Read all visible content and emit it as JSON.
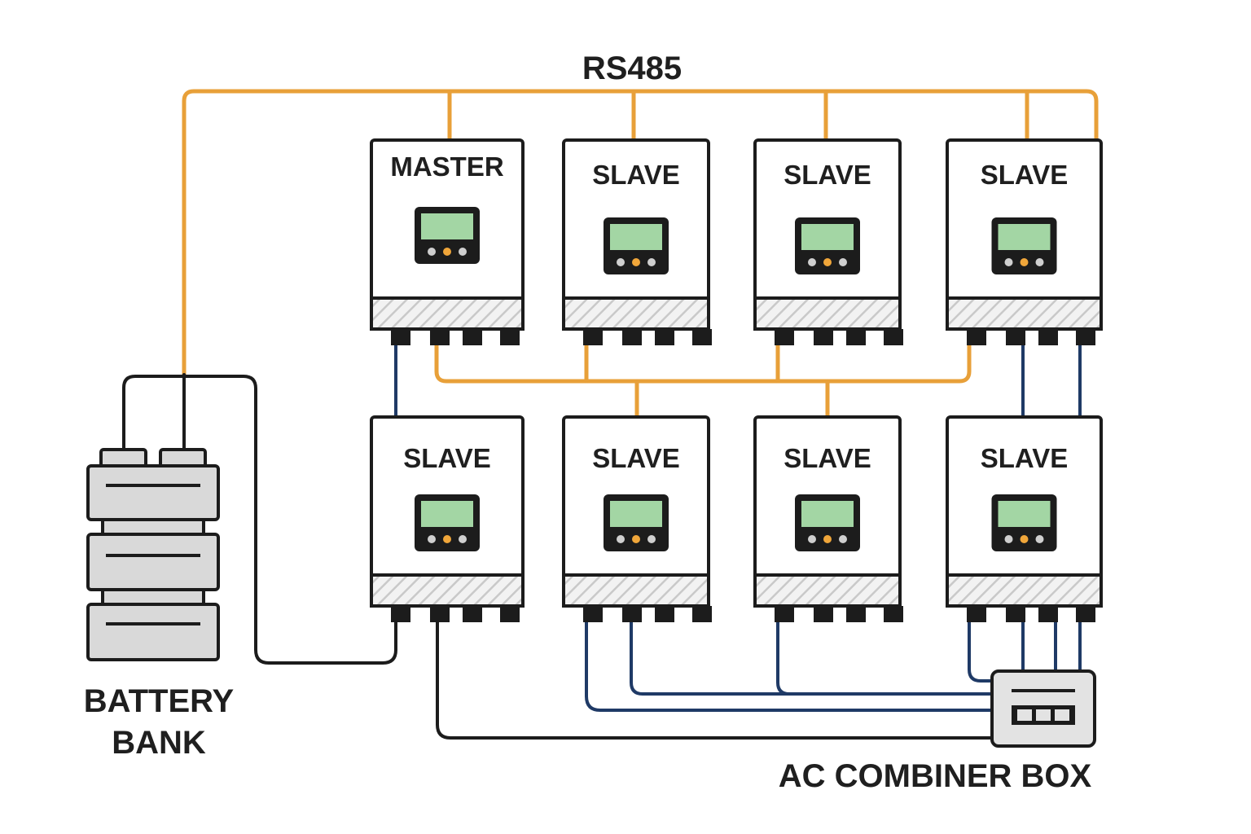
{
  "bus_label": "RS485",
  "battery_label_line1": "BATTERY",
  "battery_label_line2": "BANK",
  "combiner_label": "AC COMBINER BOX",
  "units": [
    {
      "label": "MASTER"
    },
    {
      "label": "SLAVE"
    },
    {
      "label": "SLAVE"
    },
    {
      "label": "SLAVE"
    },
    {
      "label": "SLAVE"
    },
    {
      "label": "SLAVE"
    },
    {
      "label": "SLAVE"
    },
    {
      "label": "SLAVE"
    }
  ],
  "colors": {
    "rs485_wire": "#e8a039",
    "ac_wire": "#1f3a66",
    "dc_wire": "#1c1c1c",
    "screen": "#a3d6a4",
    "led_active": "#f0a63a"
  }
}
